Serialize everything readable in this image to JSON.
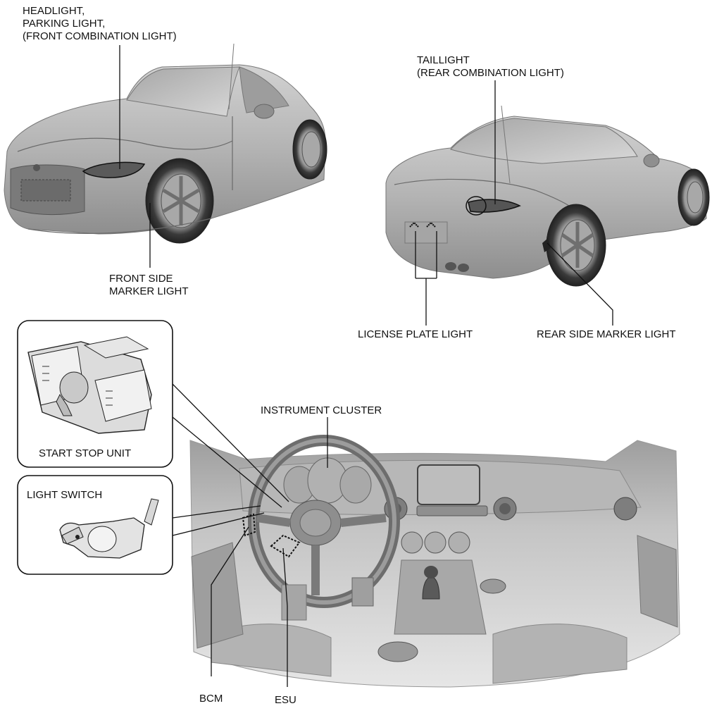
{
  "labels": {
    "headlight": [
      "HEADLIGHT,",
      "PARKING LIGHT,",
      "(FRONT COMBINATION LIGHT)"
    ],
    "front_side_marker": [
      "FRONT SIDE",
      "MARKER LIGHT"
    ],
    "taillight": [
      "TAILLIGHT",
      "(REAR COMBINATION LIGHT)"
    ],
    "license_plate": "LICENSE PLATE LIGHT",
    "rear_side_marker": "REAR SIDE MARKER LIGHT",
    "instrument_cluster": "INSTRUMENT CLUSTER",
    "start_stop_unit": "START STOP UNIT",
    "light_switch": "LIGHT SWITCH",
    "bcm": "BCM",
    "esu": "ESU"
  },
  "colors": {
    "car_body": "#b4b4b4",
    "car_shadow": "#8c8c8c",
    "interior": "#c8c8c8",
    "ink": "#111111"
  }
}
